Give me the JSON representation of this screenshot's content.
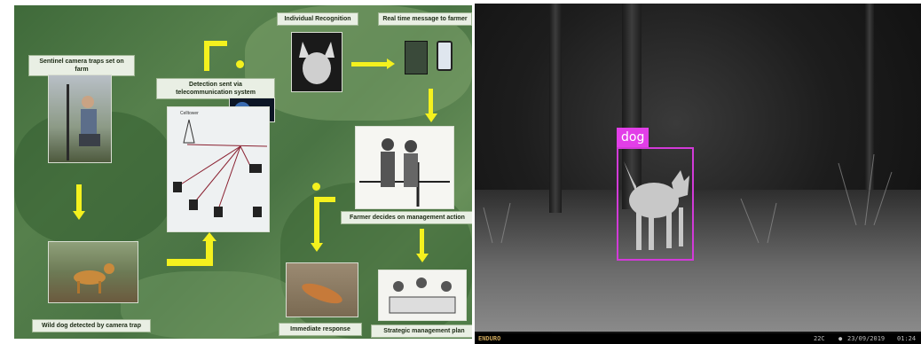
{
  "diagram": {
    "labels": {
      "sentinel": "Sentinel camera traps set on farm",
      "recognition": "Individual Recognition",
      "message": "Real time message to farmer",
      "detection": "Detection sent via telecommunication system",
      "farmer": "Farmer decides on management action",
      "wild_dog": "Wild dog detected by camera trap",
      "immediate": "Immediate response",
      "strategic": "Strategic management plan",
      "celltower": "Celltower"
    },
    "colors": {
      "arrow": "#f4f11e",
      "map": "#4f7a47",
      "label_bg": "#e9efe4"
    }
  },
  "camera": {
    "detection_label": "dog",
    "bbox_color": "#d23ad8",
    "brand": "ENDURO",
    "temperature": "22C",
    "date": "23/09/2019",
    "time": "01:24"
  }
}
